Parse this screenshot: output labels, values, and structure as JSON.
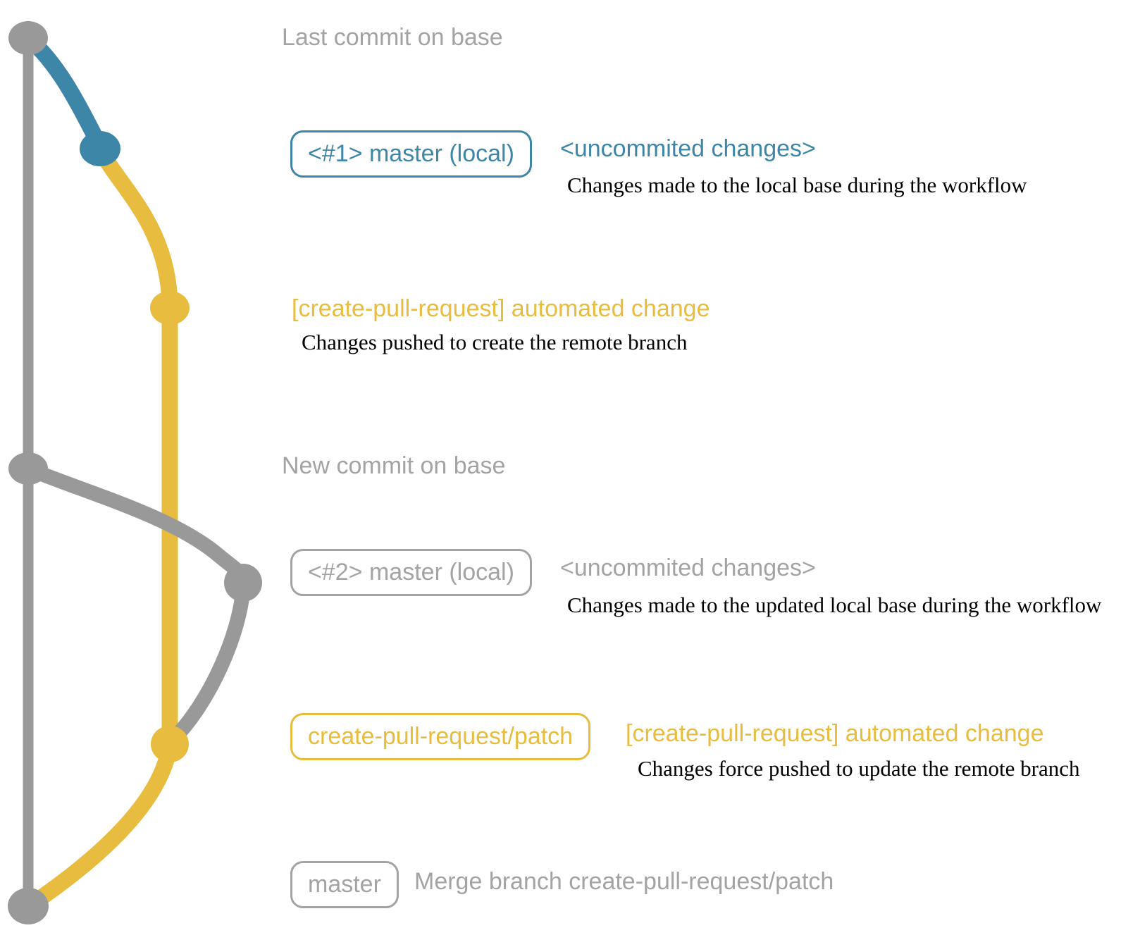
{
  "colors": {
    "gray_graph": "#999999",
    "gray_text": "#a3a3a3",
    "blue": "#3d86a8",
    "yellow": "#e8bc3e",
    "black": "#000000"
  },
  "rows": {
    "last_commit": {
      "text": "Last commit on base"
    },
    "commit1": {
      "branch_label": "<#1> master (local)",
      "status": "<uncommited changes>",
      "caption": "Changes made to the local base during the workflow"
    },
    "push1": {
      "title": "[create-pull-request] automated change",
      "caption": "Changes pushed to create the remote branch"
    },
    "new_commit": {
      "text": "New commit on base"
    },
    "commit2": {
      "branch_label": "<#2> master (local)",
      "status": "<uncommited changes>",
      "caption": "Changes made to the updated local base during the workflow"
    },
    "push2": {
      "branch_label": "create-pull-request/patch",
      "title": "[create-pull-request] automated change",
      "caption": "Changes force pushed to update the remote branch"
    },
    "merge": {
      "branch_label": "master",
      "text": "Merge branch create-pull-request/patch"
    }
  }
}
